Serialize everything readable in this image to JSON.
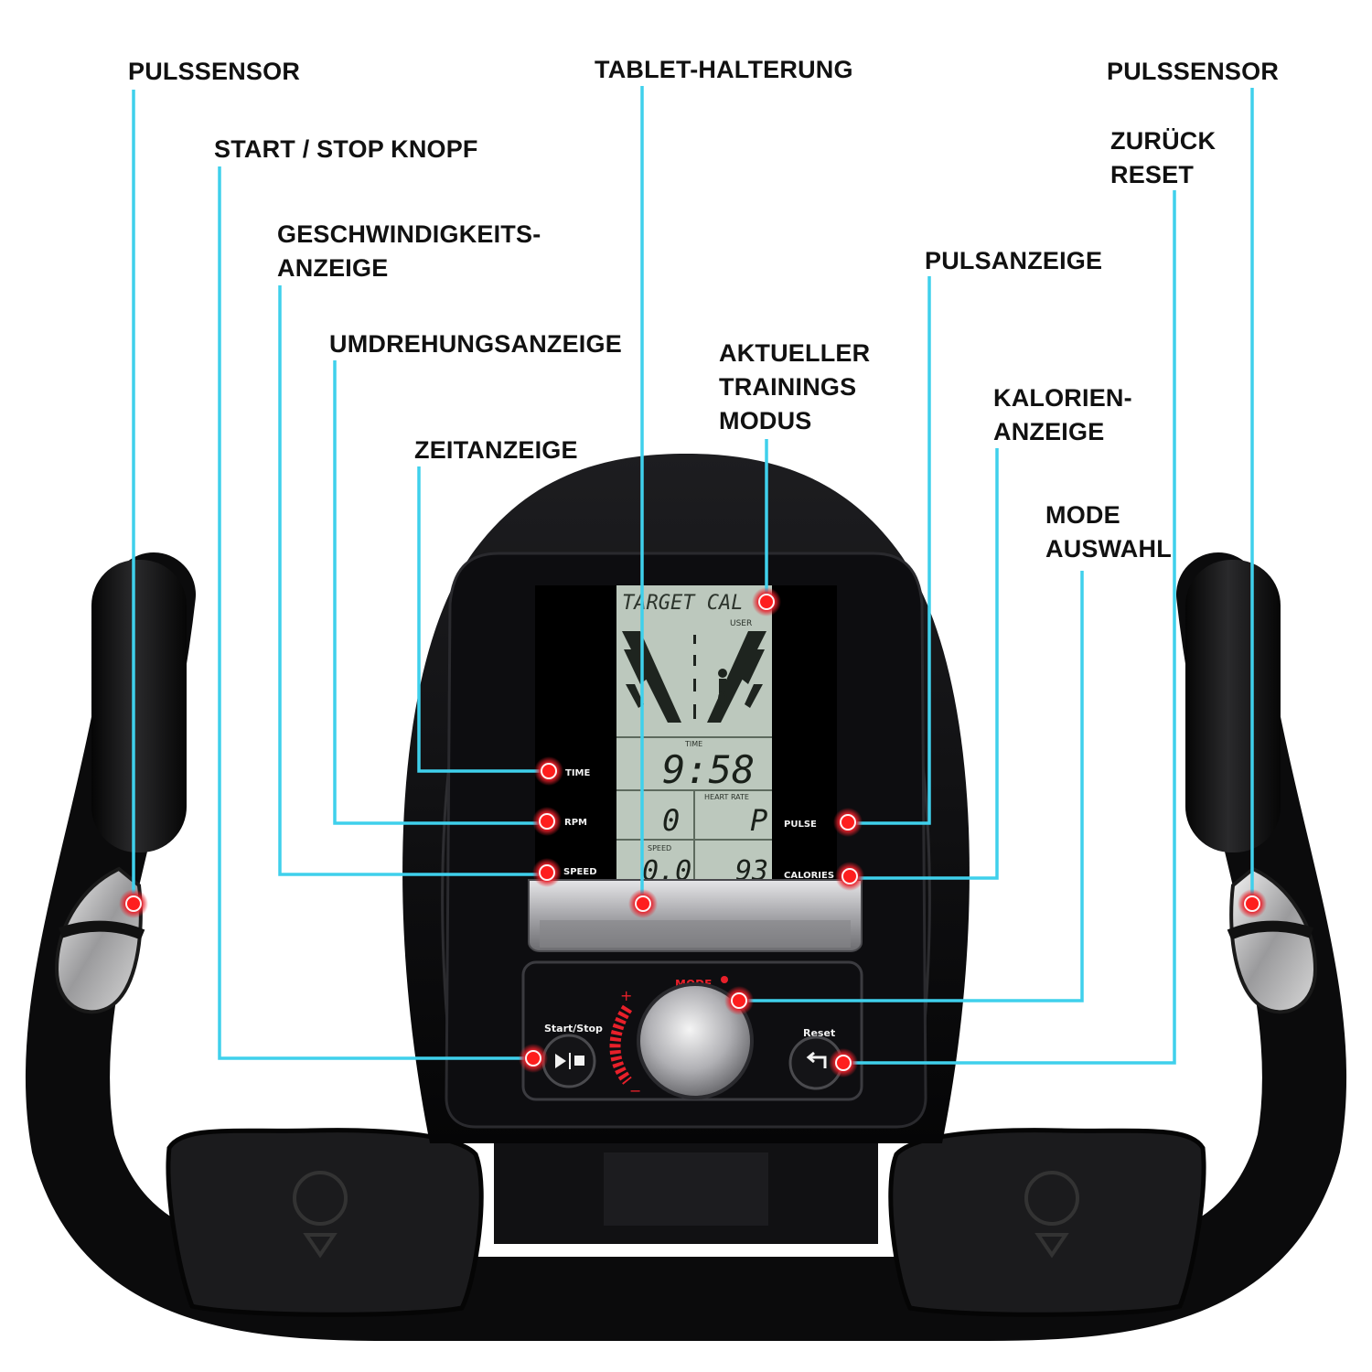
{
  "callouts": {
    "pulssensor_left": [
      "PULSSENSOR"
    ],
    "start_stop": [
      "START / STOP KNOPF"
    ],
    "geschwindigkeit": [
      "GESCHWINDIGKEITS-",
      "ANZEIGE"
    ],
    "umdrehung": [
      "UMDREHUNGSANZEIGE"
    ],
    "zeit": [
      "ZEITANZEIGE"
    ],
    "tablet": [
      "TABLET-HALTERUNG"
    ],
    "modus": [
      "AKTUELLER",
      "TRAININGS",
      "MODUS"
    ],
    "pulssensor_right": [
      "PULSSENSOR"
    ],
    "zurueck": [
      "ZURÜCK",
      "RESET"
    ],
    "pulsanzeige": [
      "PULSANZEIGE"
    ],
    "kalorien": [
      "KALORIEN-",
      "ANZEIGE"
    ],
    "mode_auswahl": [
      "MODE",
      "AUSWAHL"
    ]
  },
  "console": {
    "lcd_mode": "TARGET CAL",
    "lcd_user": "USER",
    "time_header": "TIME",
    "time_value": "9:58",
    "heart_header": "HEART RATE",
    "rpm_value": "0",
    "pulse_value": "P",
    "speed_header": "SPEED",
    "speed_value": "0.0",
    "calories_value": "93",
    "label_time": "TIME",
    "label_rpm": "RPM",
    "label_speed": "SPEED",
    "label_pulse": "PULSE",
    "label_calories": "CALORIES",
    "mode_label": "MODE",
    "start_stop_label": "Start/Stop",
    "reset_label": "Reset",
    "plus": "+",
    "minus": "−"
  },
  "colors": {
    "leader_line": "#3fd0ec",
    "marker": "#e8202a",
    "frame": "#0c0c0e",
    "lcd": "#bcc8bd"
  }
}
